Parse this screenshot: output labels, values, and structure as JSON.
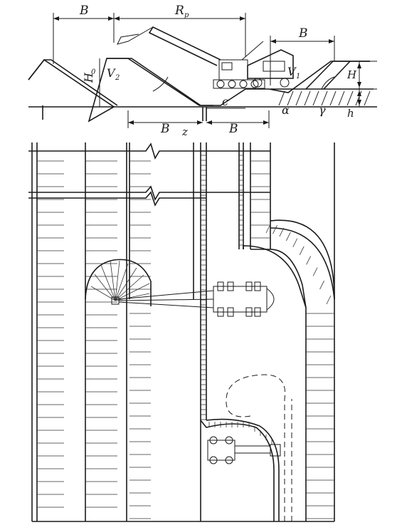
{
  "labels": {
    "b_top_left": "B",
    "r_main": "R",
    "r_sub": "p",
    "b_top_right": "B",
    "h0_main": "H",
    "h0_sub": "0",
    "v2_main": "V",
    "v2_sub": "2",
    "v1_main": "V",
    "v1_sub": "1",
    "h_upper": "H",
    "c": "c",
    "alpha": "α",
    "gamma": "γ",
    "h_lower": "h",
    "b_bottom_left": "B",
    "z": "z",
    "b_bottom_right": "B"
  },
  "icons": {
    "excavator": "excavator-icon",
    "dump_truck": "dump-truck-icon",
    "turning_excavator": "excavator-plan-icon",
    "small_truck": "truck-plan-icon"
  },
  "colors": {
    "ink": "#1a1a1a",
    "paper": "#ffffff"
  }
}
